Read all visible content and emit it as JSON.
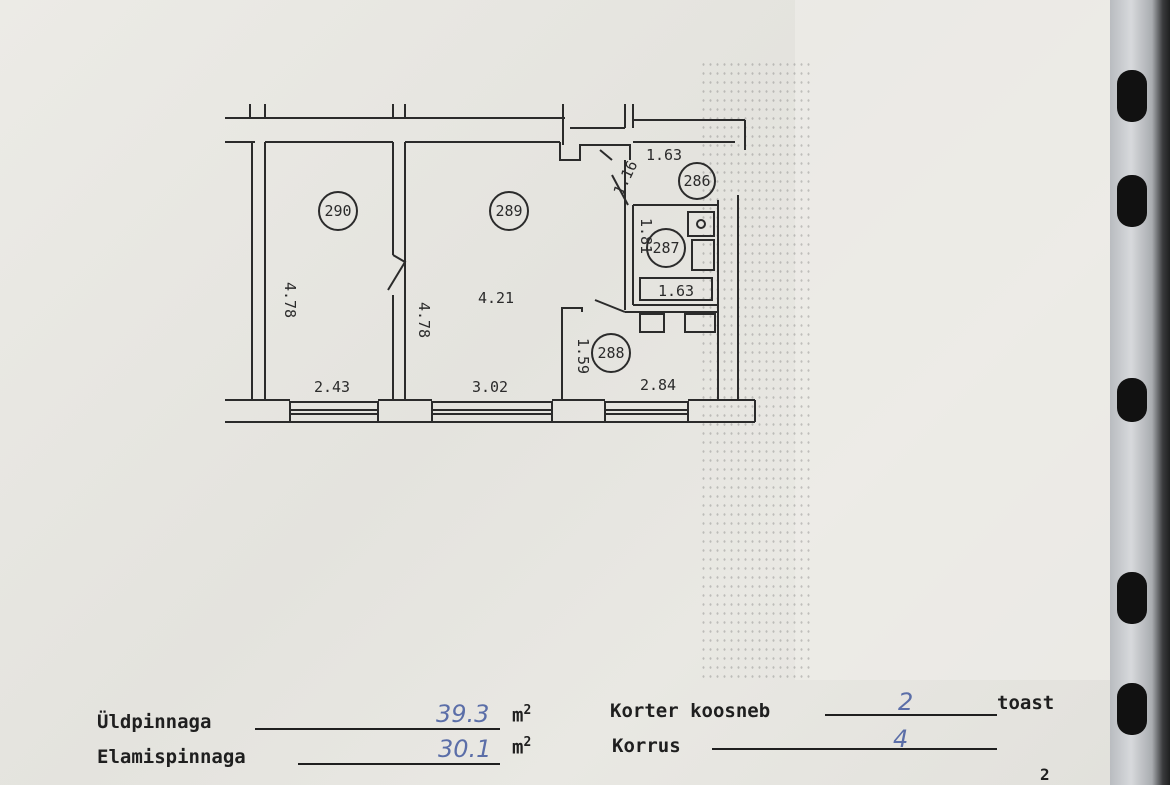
{
  "rooms": [
    {
      "id": "290"
    },
    {
      "id": "289"
    },
    {
      "id": "286"
    },
    {
      "id": "287"
    },
    {
      "id": "288"
    }
  ],
  "dimensions": {
    "room290_height": "4.78",
    "room290_width": "2.43",
    "room289_height": "4.78",
    "room289_depth": "4.21",
    "room289_width": "3.02",
    "hall_width": "1.63",
    "hall_door": "1.16",
    "bath_height": "1.81",
    "bath_width": "1.63",
    "kitchen_height": "1.59",
    "kitchen_width": "2.84"
  },
  "form": {
    "total_area_label": "Üldpinnaga",
    "total_area_value": "39.3",
    "living_area_label": "Elamispinnaga",
    "living_area_value": "30.1",
    "unit": "m",
    "unit_exp": "2",
    "rooms_label": "Korter koosneb",
    "rooms_value": "2",
    "rooms_suffix": "toast",
    "floor_label": "Korrus",
    "floor_value": "4",
    "corner_mark": "2"
  },
  "colors": {
    "paper": "#e7e6e1",
    "ink": "#2b2b2b",
    "handwriting": "#5b6ea8",
    "binder": "#b9bcc0"
  }
}
